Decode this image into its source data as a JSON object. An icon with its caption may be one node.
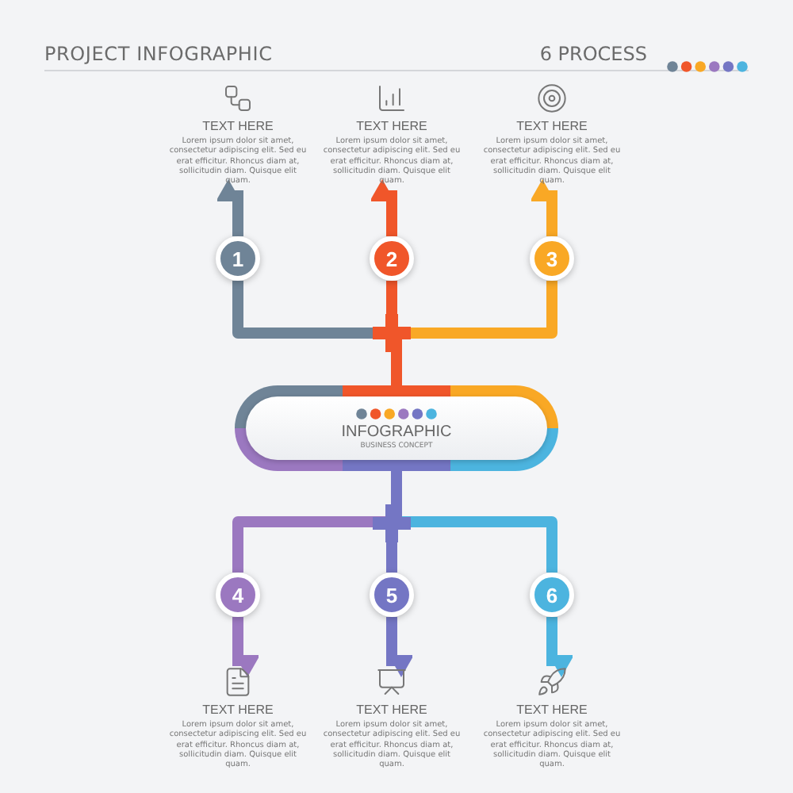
{
  "diagram": {
    "title": "PROJECT INFOGRAPHIC",
    "nodes": [
      {
        "text": [
          "INFOGRAPHIC",
          "BUSINESS CONCEPT"
        ]
      },
      {
        "text": [
          "1"
        ]
      },
      {
        "text": [
          "2"
        ]
      },
      {
        "text": [
          "3"
        ]
      },
      {
        "text": [
          "4"
        ]
      },
      {
        "text": [
          "5"
        ]
      },
      {
        "text": [
          "6"
        ]
      },
      {
        "text": [
          "TEXT HERE",
          "Lorem ipsum dolor sit amet, consectetur adipiscing elit. Sed eu erat efficitur. Rhoncus diam at, sollicitudin diam. Quisque elit quam."
        ]
      },
      {
        "text": [
          "TEXT HERE",
          "Lorem ipsum dolor sit amet, consectetur adipiscing elit. Sed eu erat efficitur. Rhoncus diam at, sollicitudin diam. Quisque elit quam."
        ]
      },
      {
        "text": [
          "TEXT HERE",
          "Lorem ipsum dolor sit amet, consectetur adipiscing elit. Sed eu erat efficitur. Rhoncus diam at, sollicitudin diam. Quisque elit quam."
        ]
      },
      {
        "text": [
          "TEXT HERE",
          "Lorem ipsum dolor sit amet, consectetur adipiscing elit. Sed eu erat efficitur. Rhoncus diam at, sollicitudin diam. Quisque elit quam."
        ]
      },
      {
        "text": [
          "TEXT HERE",
          "Lorem ipsum dolor sit amet, consectetur adipiscing elit. Sed eu erat efficitur. Rhoncus diam at, sollicitudin diam. Quisque elit quam."
        ]
      },
      {
        "text": [
          "TEXT HERE",
          "Lorem ipsum dolor sit amet, consectetur adipiscing elit. Sed eu erat efficitur. Rhoncus diam at, sollicitudin diam. Quisque elit quam."
        ]
      }
    ],
    "edges": [
      {
        "from": 0,
        "to": 1,
        "arrow": "none",
        "color": "#6f8497"
      },
      {
        "from": 0,
        "to": 3,
        "arrow": "none",
        "color": "#f9a825"
      },
      {
        "from": 0,
        "to": 2,
        "arrow": "none",
        "color": "#f0562a"
      },
      {
        "from": 0,
        "to": 4,
        "arrow": "none",
        "color": "#9b78c0"
      },
      {
        "from": 0,
        "to": 6,
        "arrow": "none",
        "color": "#4cb4df"
      },
      {
        "from": 0,
        "to": 5,
        "arrow": "none",
        "color": "#7476c4"
      },
      {
        "from": 1,
        "to": 7,
        "arrow": "to",
        "color": "#6f8497"
      },
      {
        "from": 2,
        "to": 8,
        "arrow": "to",
        "color": "#f0562a"
      },
      {
        "from": 3,
        "to": 9,
        "arrow": "to",
        "color": "#f9a825"
      },
      {
        "from": 4,
        "to": 10,
        "arrow": "to",
        "color": "#9b78c0"
      },
      {
        "from": 5,
        "to": 11,
        "arrow": "to",
        "color": "#7476c4"
      },
      {
        "from": 6,
        "to": 12,
        "arrow": "to",
        "color": "#4cb4df"
      }
    ],
    "labels": [
      "6 PROCESS"
    ]
  }
}
